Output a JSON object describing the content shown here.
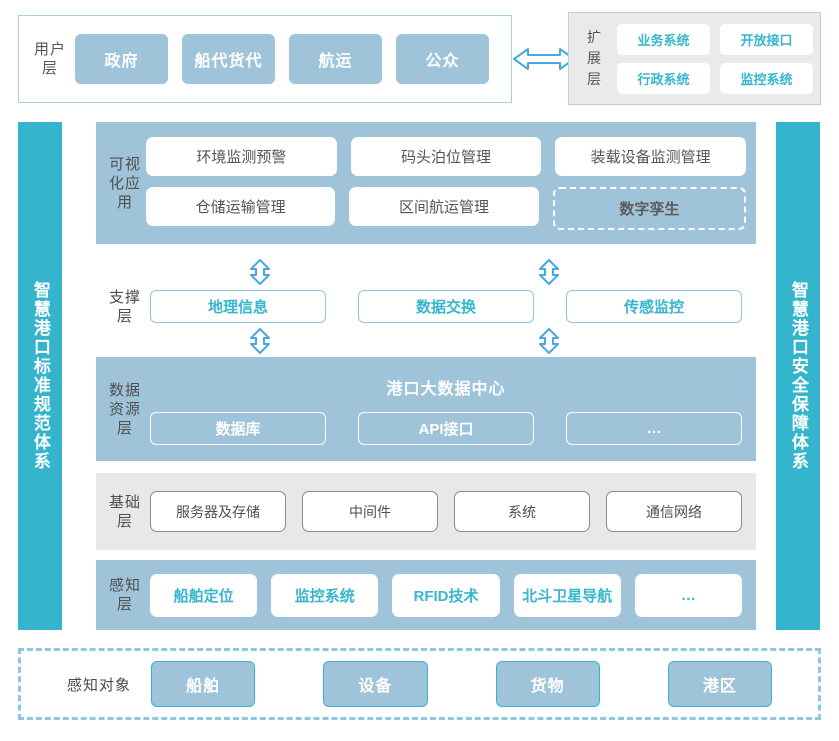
{
  "user_layer": {
    "label": "用户层",
    "boxes": [
      {
        "label": "政府"
      },
      {
        "label": "船代货代"
      },
      {
        "label": "航运"
      },
      {
        "label": "公众"
      }
    ]
  },
  "exchange_arrow": {
    "icon": "double-headed-horizontal-arrow-icon"
  },
  "extension_layer": {
    "label": "扩展层",
    "boxes": [
      {
        "label": "业务系统"
      },
      {
        "label": "开放接口"
      },
      {
        "label": "行政系统"
      },
      {
        "label": "监控系统"
      }
    ]
  },
  "side_bars": {
    "left": "智慧港口标准规范体系",
    "right": "智慧港口安全保障体系"
  },
  "layers": {
    "visualization": {
      "label": "可视化应用",
      "row1": [
        {
          "label": "环境监测预警"
        },
        {
          "label": "码头泊位管理"
        },
        {
          "label": "装载设备监测管理"
        }
      ],
      "row2": [
        {
          "label": "仓储运输管理",
          "style": "solid"
        },
        {
          "label": "区间航运管理",
          "style": "solid"
        },
        {
          "label": "数字孪生",
          "style": "dashed"
        }
      ]
    },
    "support": {
      "label": "支撑层",
      "boxes": [
        {
          "label": "地理信息"
        },
        {
          "label": "数据交换"
        },
        {
          "label": "传感监控"
        }
      ],
      "arrow_icon": "double-headed-vertical-arrow-icon"
    },
    "data_resource": {
      "label": "数据资源层",
      "title": "港口大数据中心",
      "boxes": [
        {
          "label": "数据库"
        },
        {
          "label": "API接口"
        },
        {
          "label": "…"
        }
      ]
    },
    "infrastructure": {
      "label": "基础层",
      "boxes": [
        {
          "label": "服务器及存储"
        },
        {
          "label": "中间件"
        },
        {
          "label": "系统"
        },
        {
          "label": "通信网络"
        }
      ]
    },
    "perception": {
      "label": "感知层",
      "boxes": [
        {
          "label": "船舶定位"
        },
        {
          "label": "监控系统"
        },
        {
          "label": "RFID技术"
        },
        {
          "label": "北斗卫星导航"
        },
        {
          "label": "…"
        }
      ]
    }
  },
  "perception_object": {
    "label": "感知对象",
    "boxes": [
      {
        "label": "船舶"
      },
      {
        "label": "设备"
      },
      {
        "label": "货物"
      },
      {
        "label": "港区"
      }
    ]
  },
  "colors": {
    "accent_teal": "#35b5cd",
    "layer_blue": "#9fc4d9",
    "layer_gray": "#e8e8e8",
    "border_blue": "#96c3dc",
    "text_gray": "#555555"
  }
}
